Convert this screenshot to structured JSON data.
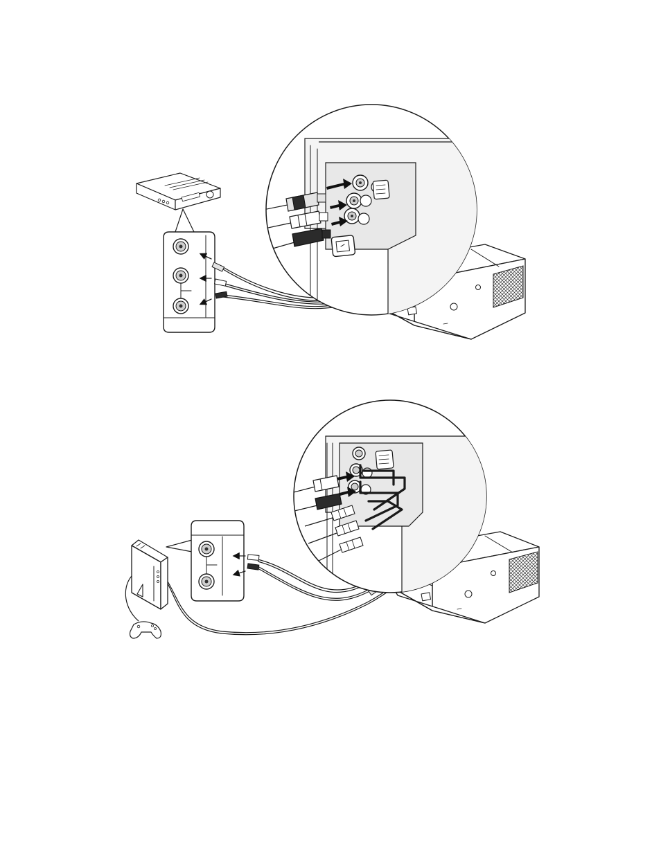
{
  "document": {
    "figures": [
      {
        "id": "video-equipment-connection",
        "source_device": "video-player",
        "target_device": "projector",
        "jacks": [
          "video-out",
          "audio-out-l",
          "audio-out-r"
        ],
        "plugs": [
          "yellow",
          "white",
          "red"
        ]
      },
      {
        "id": "game-console-connection",
        "source_device": "game-console",
        "target_device": "projector",
        "jacks": [
          "audio-out-l",
          "audio-out-r"
        ],
        "plugs": [
          "white",
          "red"
        ]
      }
    ]
  }
}
